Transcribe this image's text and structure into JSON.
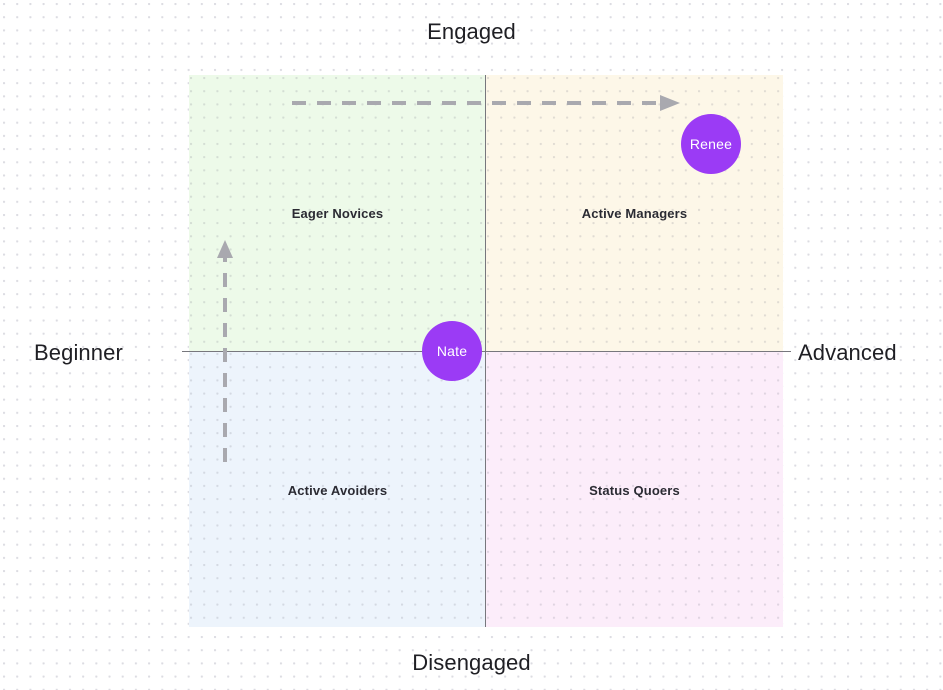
{
  "chart_data": {
    "type": "scatter",
    "title": "",
    "subtitle": "",
    "xlabel": "",
    "ylabel": "",
    "grid": true,
    "legend": "none",
    "axes": {
      "x_left_label": "Beginner",
      "x_right_label": "Advanced",
      "y_top_label": "Engaged",
      "y_bottom_label": "Disengaged",
      "x_range": [
        -1,
        1
      ],
      "y_range": [
        -1,
        1
      ]
    },
    "quadrants": [
      {
        "key": "top-left",
        "label": "Eager Novices",
        "color": "#edfae9"
      },
      {
        "key": "top-right",
        "label": "Active Managers",
        "color": "#fdf7e8"
      },
      {
        "key": "bottom-left",
        "label": "Active Avoiders",
        "color": "#edf4fc"
      },
      {
        "key": "bottom-right",
        "label": "Status Quoers",
        "color": "#fcedfa"
      }
    ],
    "points": [
      {
        "name": "Nate",
        "x": -0.115,
        "y": 0.0,
        "quadrant": "center",
        "color": "#9b3bf5"
      },
      {
        "name": "Renee",
        "x": 0.757,
        "y": 0.746,
        "quadrant": "top-right",
        "color": "#9b3bf5"
      }
    ],
    "annotations": [
      {
        "name": "horizontal-progress-arrow",
        "style": "dashed",
        "direction": "right",
        "color": "#a9a9af"
      },
      {
        "name": "vertical-progress-arrow",
        "style": "dashed",
        "direction": "up",
        "color": "#a9a9af"
      }
    ]
  },
  "axes": {
    "top": "Engaged",
    "bottom": "Disengaged",
    "left": "Beginner",
    "right": "Advanced"
  },
  "quadrants": {
    "top_left": "Eager Novices",
    "top_right": "Active Managers",
    "bottom_left": "Active Avoiders",
    "bottom_right": "Status Quoers"
  },
  "people": {
    "nate": "Nate",
    "renee": "Renee"
  },
  "colors": {
    "marker": "#9b3bf5",
    "axis_line": "#77777d",
    "arrow": "#a9a9af",
    "quadrant_top_left": "#edfae9",
    "quadrant_top_right": "#fdf7e8",
    "quadrant_bottom_left": "#edf4fc",
    "quadrant_bottom_right": "#fcedfa"
  }
}
